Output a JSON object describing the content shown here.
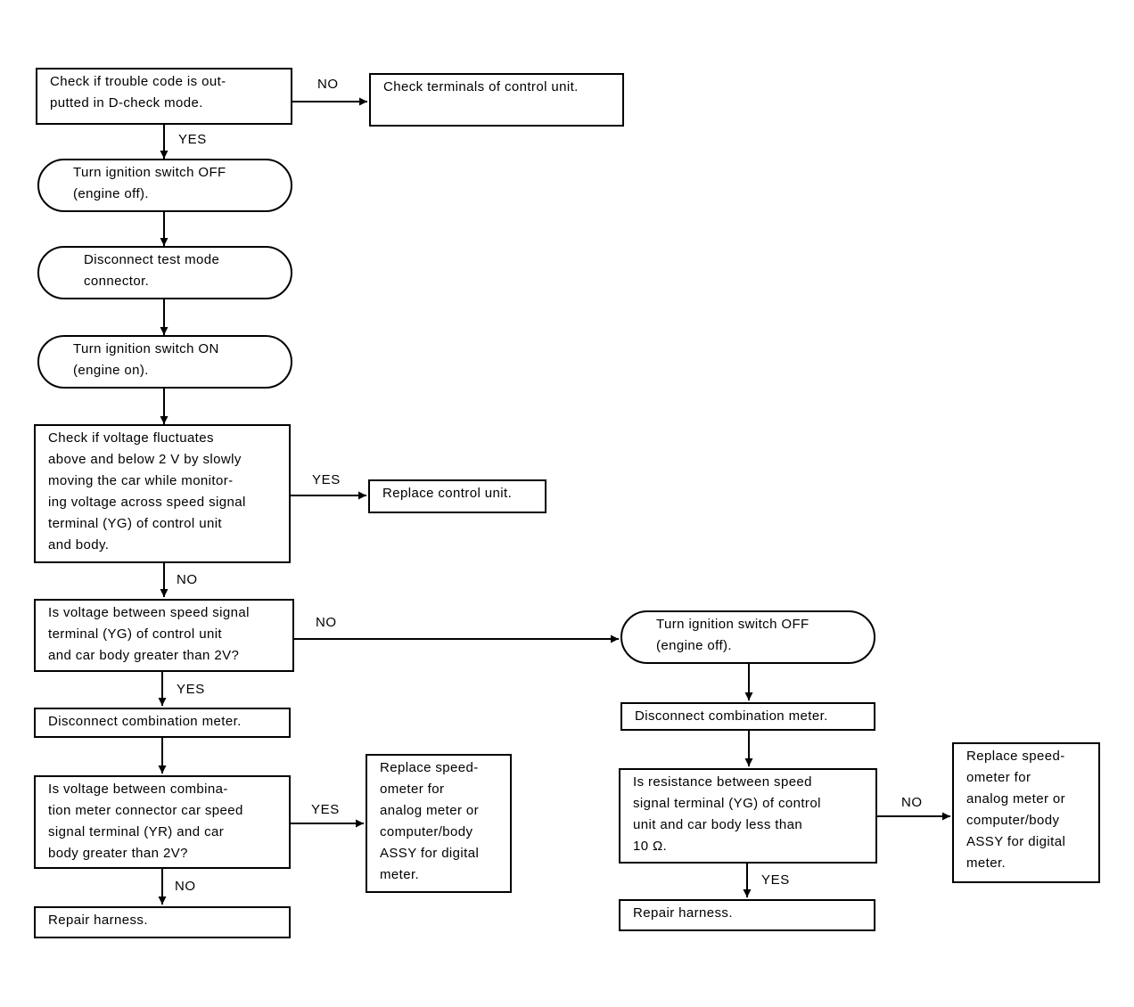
{
  "nodes": {
    "n1": "Check if trouble code is out-\nputted in D-check mode.",
    "n1_no": "Check terminals of control unit.",
    "n2": "Turn ignition switch OFF\n(engine off).",
    "n3": "Disconnect test mode\nconnector.",
    "n4": "Turn ignition switch ON\n(engine on).",
    "n5": "Check if voltage fluctuates\nabove and below 2 V by slowly\nmoving the car while monitor-\ning voltage across speed signal\nterminal (YG) of control unit\nand body.",
    "n5_yes": "Replace control unit.",
    "n6": "Is voltage between speed signal\nterminal (YG) of control unit\nand car body greater than 2V?",
    "n7": "Disconnect combination meter.",
    "n8": "Is voltage between combina-\ntion meter connector car speed\nsignal terminal (YR) and car\nbody greater than 2V?",
    "n8_yes": "Replace speed-\nometer for\nanalog meter or\ncomputer/body\nASSY for digital\nmeter.",
    "n9": "Repair harness.",
    "r1": "Turn ignition switch OFF\n(engine off).",
    "r2": "Disconnect combination meter.",
    "r3": "Is resistance between speed\nsignal terminal (YG) of control\nunit and car body less than\n10 Ω.",
    "r3_no": "Replace speed-\nometer for\nanalog meter or\ncomputer/body\nASSY for digital\nmeter.",
    "r4": "Repair harness."
  },
  "labels": {
    "n1_no": "NO",
    "n1_yes": "YES",
    "n5_yes": "YES",
    "n5_no": "NO",
    "n6_no": "NO",
    "n6_yes": "YES",
    "n8_yes": "YES",
    "n8_no": "NO",
    "r3_no": "NO",
    "r3_yes": "YES"
  }
}
